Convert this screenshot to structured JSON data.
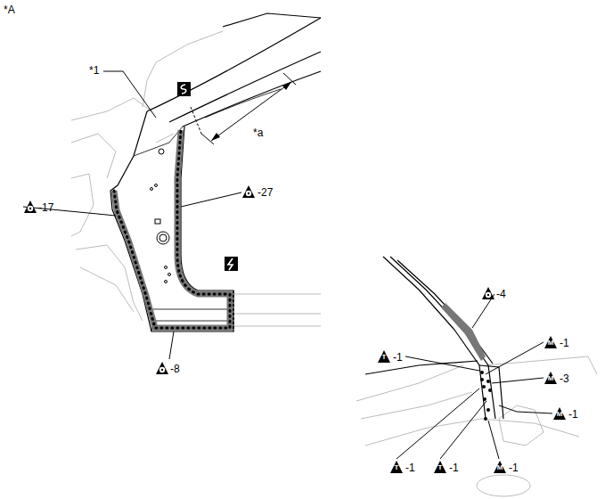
{
  "diagram": {
    "labels": [
      "*A",
      "*1",
      "*a",
      "-27",
      "-17",
      "-8",
      "-4",
      "T",
      "-1",
      "M",
      "-1",
      "M",
      "-3",
      "M",
      "-1",
      "T",
      "-1",
      "T",
      "-1",
      "M",
      "-1"
    ]
  }
}
